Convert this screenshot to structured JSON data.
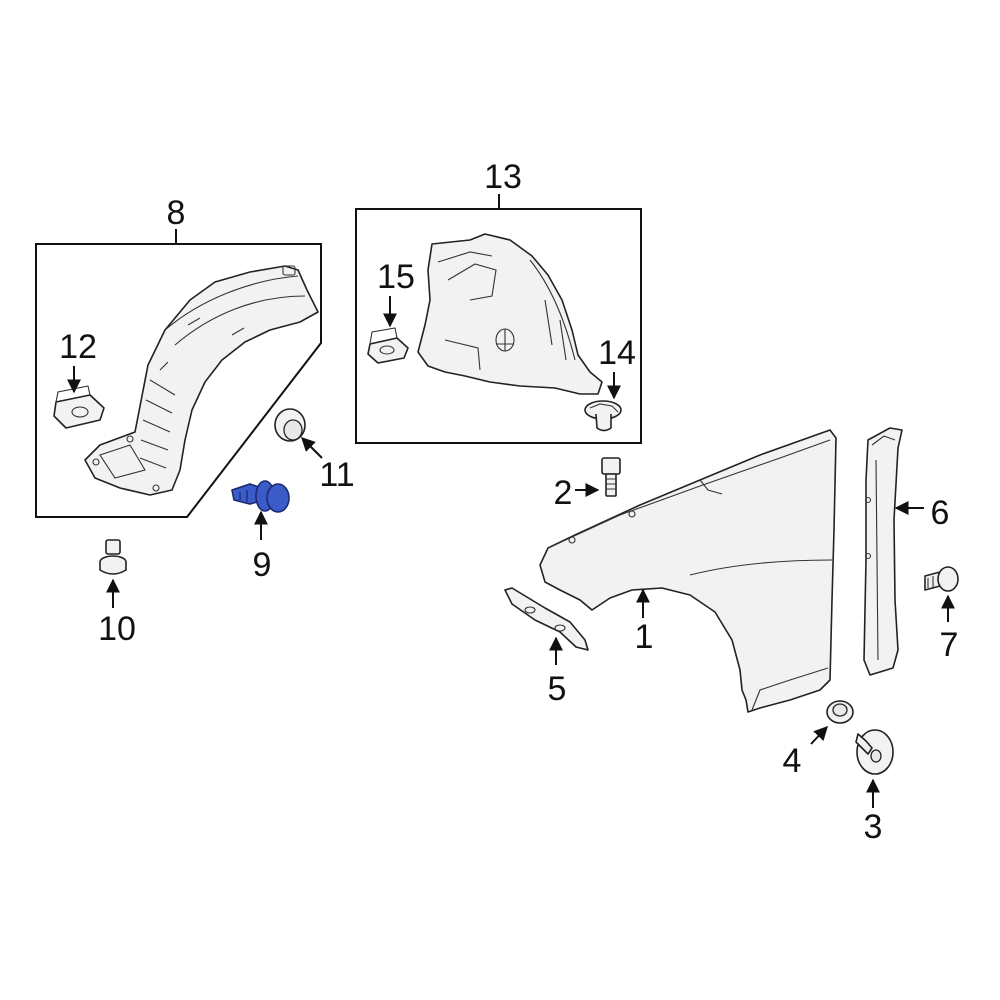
{
  "diagram": {
    "callouts": {
      "c1": "1",
      "c2": "2",
      "c3": "3",
      "c4": "4",
      "c5": "5",
      "c6": "6",
      "c7": "7",
      "c8": "8",
      "c9": "9",
      "c10": "10",
      "c11": "11",
      "c12": "12",
      "c13": "13",
      "c14": "14",
      "c15": "15"
    },
    "highlight_color": "#3b5bc9",
    "highlighted_part": "9"
  }
}
